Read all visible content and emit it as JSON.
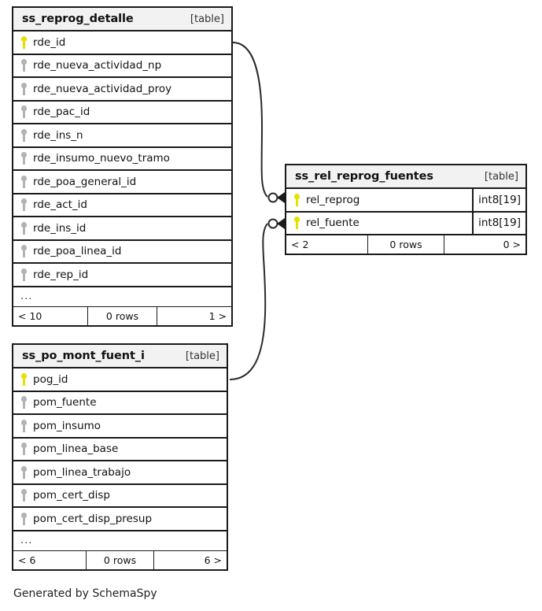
{
  "diagram": {
    "kind_label": "[table]",
    "ellipsis": "...",
    "caption": "Generated by SchemaSpy",
    "colors": {
      "primary_key": "#e8e000",
      "foreign_key": "#b3b3b3",
      "border": "#1a1a1a",
      "header_bg": "#f2f2f2",
      "canvas_bg": "#ffffff"
    }
  },
  "tables": [
    {
      "id": "ss_reprog_detalle",
      "name": "ss_reprog_detalle",
      "kind": "[table]",
      "columns": [
        {
          "name": "rde_id",
          "key": "primary"
        },
        {
          "name": "rde_nueva_actividad_np",
          "key": "foreign"
        },
        {
          "name": "rde_nueva_actividad_proy",
          "key": "foreign"
        },
        {
          "name": "rde_pac_id",
          "key": "foreign"
        },
        {
          "name": "rde_ins_n",
          "key": "foreign"
        },
        {
          "name": "rde_insumo_nuevo_tramo",
          "key": "foreign"
        },
        {
          "name": "rde_poa_general_id",
          "key": "foreign"
        },
        {
          "name": "rde_act_id",
          "key": "foreign"
        },
        {
          "name": "rde_ins_id",
          "key": "foreign"
        },
        {
          "name": "rde_poa_linea_id",
          "key": "foreign"
        },
        {
          "name": "rde_rep_id",
          "key": "foreign"
        }
      ],
      "more_indicator": "...",
      "footer": {
        "left": "< 10",
        "middle": "0 rows",
        "right": "1 >"
      }
    },
    {
      "id": "ss_rel_reprog_fuentes",
      "name": "ss_rel_reprog_fuentes",
      "kind": "[table]",
      "columns": [
        {
          "name": "rel_reprog",
          "key": "primary",
          "type": "int8[19]"
        },
        {
          "name": "rel_fuente",
          "key": "primary",
          "type": "int8[19]"
        }
      ],
      "footer": {
        "left": "< 2",
        "middle": "0 rows",
        "right": "0 >"
      }
    },
    {
      "id": "ss_po_mont_fuent_i",
      "name": "ss_po_mont_fuent_i",
      "kind": "[table]",
      "columns": [
        {
          "name": "pog_id",
          "key": "primary"
        },
        {
          "name": "pom_fuente",
          "key": "foreign"
        },
        {
          "name": "pom_insumo",
          "key": "foreign"
        },
        {
          "name": "pom_linea_base",
          "key": "foreign"
        },
        {
          "name": "pom_linea_trabajo",
          "key": "foreign"
        },
        {
          "name": "pom_cert_disp",
          "key": "foreign"
        },
        {
          "name": "pom_cert_disp_presup",
          "key": "foreign"
        }
      ],
      "more_indicator": "...",
      "footer": {
        "left": "< 6",
        "middle": "0 rows",
        "right": "6 >"
      }
    }
  ],
  "relationships": [
    {
      "id": "rel-reprog-detalle-to-fuentes",
      "from_table": "ss_reprog_detalle",
      "from_column": "rde_id",
      "to_table": "ss_rel_reprog_fuentes",
      "to_column": "rel_reprog",
      "cardinality": "zero-or-more-to-one"
    },
    {
      "id": "rel-po-mont-fuent-to-fuentes",
      "from_table": "ss_po_mont_fuent_i",
      "from_column": "pog_id",
      "to_table": "ss_rel_reprog_fuentes",
      "to_column": "rel_fuente",
      "cardinality": "zero-or-more-to-one"
    }
  ]
}
